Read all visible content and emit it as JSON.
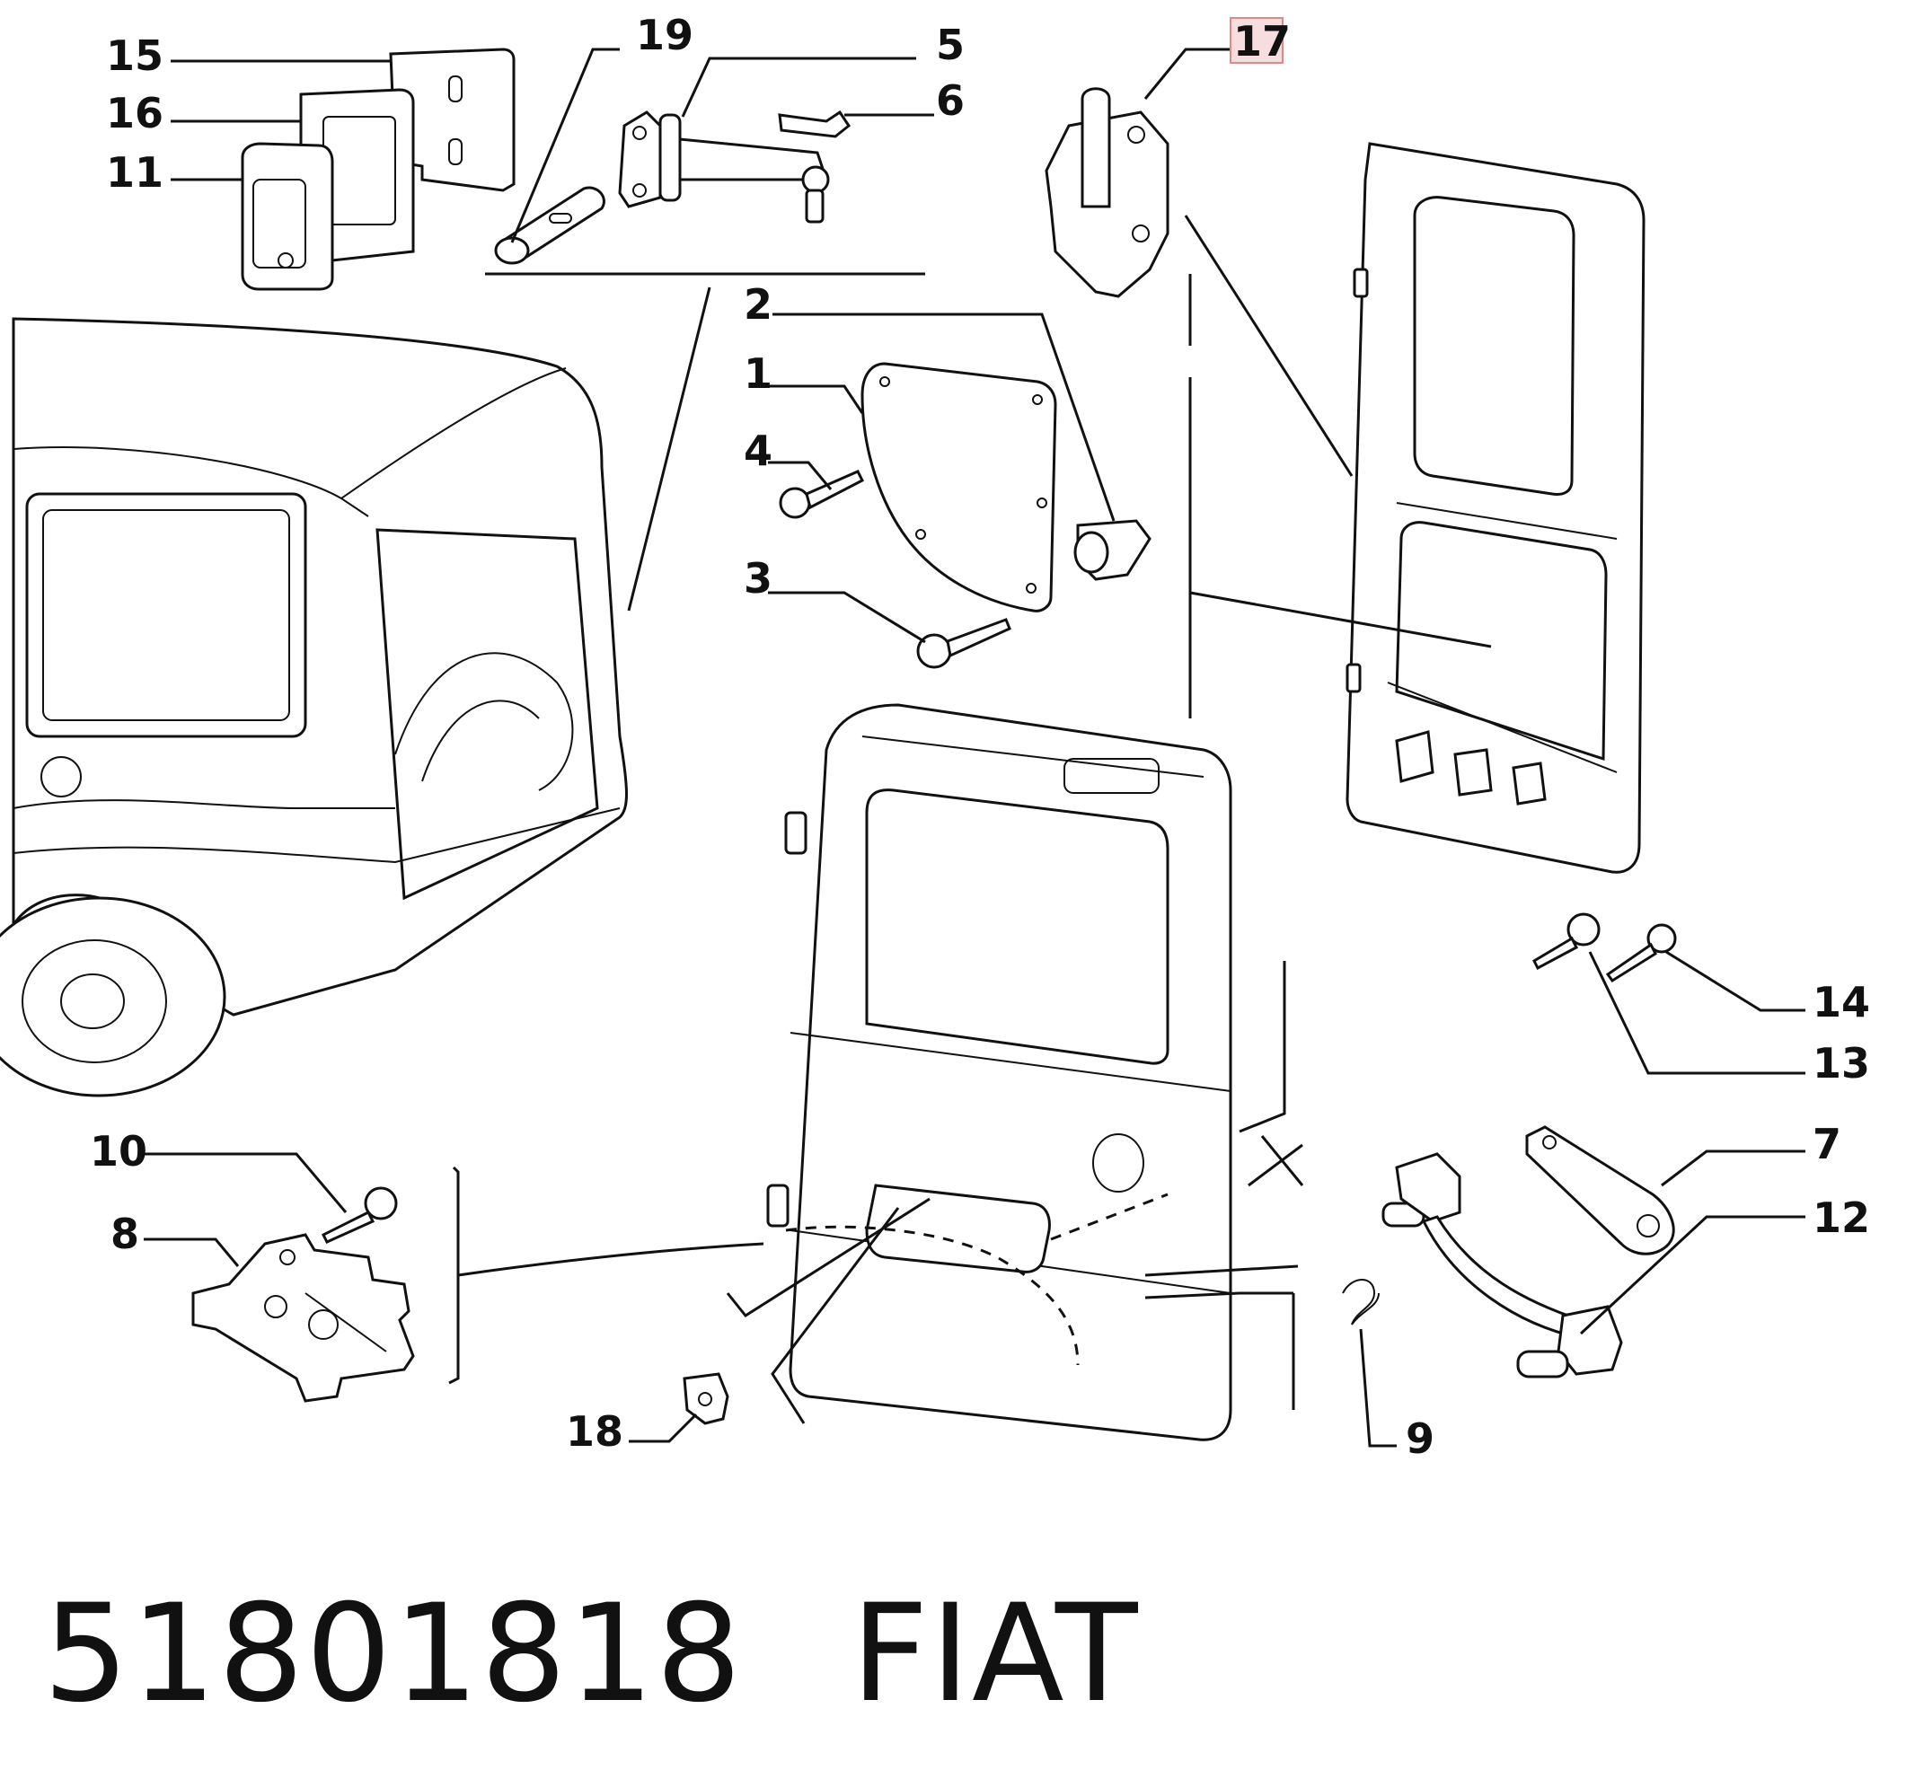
{
  "callouts": [
    "15",
    "16",
    "11",
    "19",
    "5",
    "6",
    "17",
    "2",
    "1",
    "4",
    "3",
    "10",
    "8",
    "18",
    "9",
    "7",
    "12",
    "14",
    "13"
  ],
  "highlighted_callout": "17",
  "colors": {
    "highlight_fill": "#f6dede",
    "highlight_border": "#d98a8a",
    "ink": "#111111"
  },
  "footer": {
    "part_number": "51801818",
    "brand": "FIAT"
  }
}
